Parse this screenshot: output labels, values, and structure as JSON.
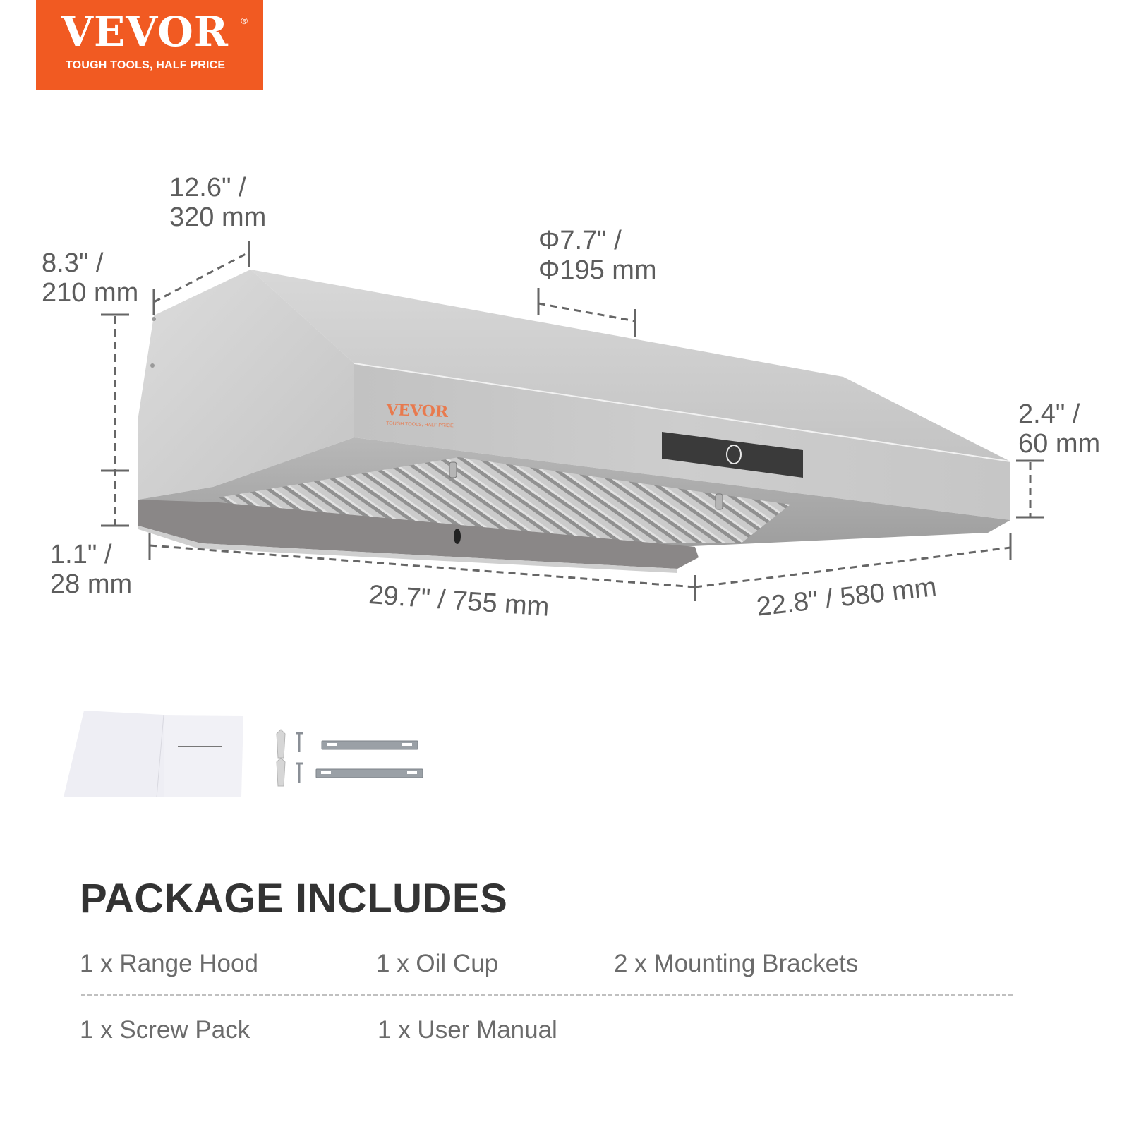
{
  "brand": {
    "name": "VEVOR",
    "registered": "®",
    "tagline": "TOUGH TOOLS, HALF PRICE",
    "color": "#f15a22"
  },
  "product": {
    "front_logo": "VEVOR",
    "front_tagline": "TOUGH TOOLS, HALF PRICE"
  },
  "dimensions": {
    "depth": {
      "imperial": "12.6\" /",
      "metric": "320 mm"
    },
    "back_height": {
      "imperial": "8.3\" /",
      "metric": "210 mm"
    },
    "duct_diameter": {
      "imperial": "Φ7.7\" /",
      "metric": "Φ195 mm"
    },
    "front_height": {
      "imperial": "2.4\" /",
      "metric": "60 mm"
    },
    "lip_height": {
      "imperial": "1.1\" /",
      "metric": "28 mm"
    },
    "width": {
      "label": "29.7\" / 755 mm"
    },
    "side_depth": {
      "label": "22.8\" / 580 mm"
    }
  },
  "package": {
    "title": "PACKAGE INCLUDES",
    "items": [
      "1 x Range Hood",
      "1 x Oil Cup",
      "2 x Mounting Brackets",
      "1 x Screw Pack",
      "1 x User Manual"
    ],
    "accessory_icons": [
      "user-manual-icon",
      "wall-anchor-icon",
      "screw-icon",
      "mounting-bracket-icon"
    ]
  },
  "colors": {
    "dimension_text": "#5d5d5d",
    "title_text": "#333333",
    "item_text": "#6b6b6b",
    "steel": "#c9c9c9",
    "divider": "#c0c0c0"
  }
}
